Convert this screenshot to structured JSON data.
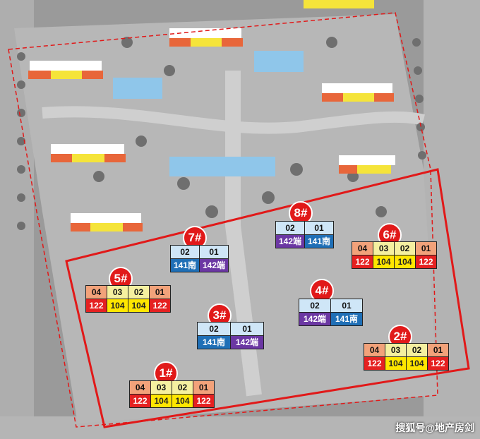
{
  "map": {
    "colors": {
      "ground": "#9a9a9a",
      "road": "#b8b8b8",
      "boundary": "#e11919",
      "tree": "#6e6e6e"
    }
  },
  "buildings": [
    {
      "id": "1#",
      "units": [
        "04",
        "03",
        "02",
        "01"
      ],
      "unit_colors": [
        "orange",
        "yellow",
        "yellow",
        "orange"
      ],
      "types": [
        "122",
        "104",
        "104",
        "122"
      ],
      "type_colors": [
        "red",
        "yellow",
        "yellow",
        "red"
      ]
    },
    {
      "id": "2#",
      "units": [
        "04",
        "03",
        "02",
        "01"
      ],
      "unit_colors": [
        "orange",
        "yellow",
        "yellow",
        "orange"
      ],
      "types": [
        "122",
        "104",
        "104",
        "122"
      ],
      "type_colors": [
        "red",
        "yellow",
        "yellow",
        "red"
      ]
    },
    {
      "id": "3#",
      "units": [
        "02",
        "01"
      ],
      "unit_colors": [
        "blue",
        "blue"
      ],
      "types": [
        "141南",
        "142端"
      ],
      "type_colors": [
        "blue",
        "purple"
      ]
    },
    {
      "id": "4#",
      "units": [
        "02",
        "01"
      ],
      "unit_colors": [
        "blue",
        "blue"
      ],
      "types": [
        "142端",
        "141南"
      ],
      "type_colors": [
        "purple",
        "blue"
      ]
    },
    {
      "id": "5#",
      "units": [
        "04",
        "03",
        "02",
        "01"
      ],
      "unit_colors": [
        "orange",
        "yellow",
        "yellow",
        "orange"
      ],
      "types": [
        "122",
        "104",
        "104",
        "122"
      ],
      "type_colors": [
        "red",
        "yellow",
        "yellow",
        "red"
      ]
    },
    {
      "id": "6#",
      "units": [
        "04",
        "03",
        "02",
        "01"
      ],
      "unit_colors": [
        "orange",
        "yellow",
        "yellow",
        "orange"
      ],
      "types": [
        "122",
        "104",
        "104",
        "122"
      ],
      "type_colors": [
        "red",
        "yellow",
        "yellow",
        "red"
      ]
    },
    {
      "id": "7#",
      "units": [
        "02",
        "01"
      ],
      "unit_colors": [
        "blue",
        "blue"
      ],
      "types": [
        "141南",
        "142端"
      ],
      "type_colors": [
        "blue",
        "purple"
      ]
    },
    {
      "id": "8#",
      "units": [
        "02",
        "01"
      ],
      "unit_colors": [
        "blue",
        "blue"
      ],
      "types": [
        "142端",
        "141南"
      ],
      "type_colors": [
        "purple",
        "blue"
      ]
    }
  ],
  "watermark": "搜狐号@地产房剑"
}
